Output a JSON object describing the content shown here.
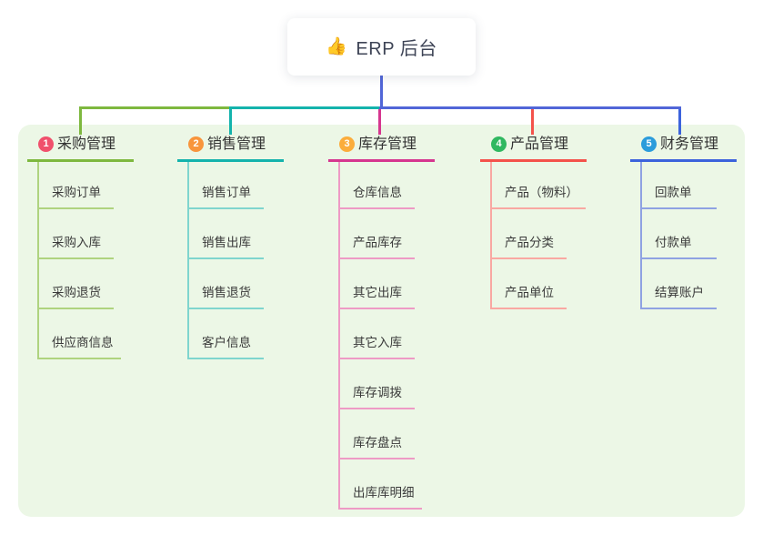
{
  "root_node": {
    "icon": "👍",
    "label": "ERP 后台"
  },
  "panel_color": "#ECF7E6",
  "stem_color": "#5166D8",
  "branches": [
    {
      "badge": "1",
      "badge_color": "#F0506C",
      "title": "采购管理",
      "accent": "#7EB83F",
      "light": "#AFD37F",
      "items": [
        "采购订单",
        "采购入库",
        "采购退货",
        "供应商信息"
      ]
    },
    {
      "badge": "2",
      "badge_color": "#F8953C",
      "title": "销售管理",
      "accent": "#14B3AC",
      "light": "#7FD5CE",
      "items": [
        "销售订单",
        "销售出库",
        "销售退货",
        "客户信息"
      ]
    },
    {
      "badge": "3",
      "badge_color": "#FBAD3C",
      "title": "库存管理",
      "accent": "#D6368F",
      "light": "#EE9AC5",
      "items": [
        "仓库信息",
        "产品库存",
        "其它出库",
        "其它入库",
        "库存调拨",
        "库存盘点",
        "出库库明细"
      ]
    },
    {
      "badge": "4",
      "badge_color": "#30B860",
      "title": "产品管理",
      "accent": "#F4524B",
      "light": "#F9A8A2",
      "items": [
        "产品（物料）",
        "产品分类",
        "产品单位"
      ]
    },
    {
      "badge": "5",
      "badge_color": "#2B9CDB",
      "title": "财务管理",
      "accent": "#3C63DC",
      "light": "#8FA2E2",
      "items": [
        "回款单",
        "付款单",
        "结算账户"
      ]
    }
  ]
}
